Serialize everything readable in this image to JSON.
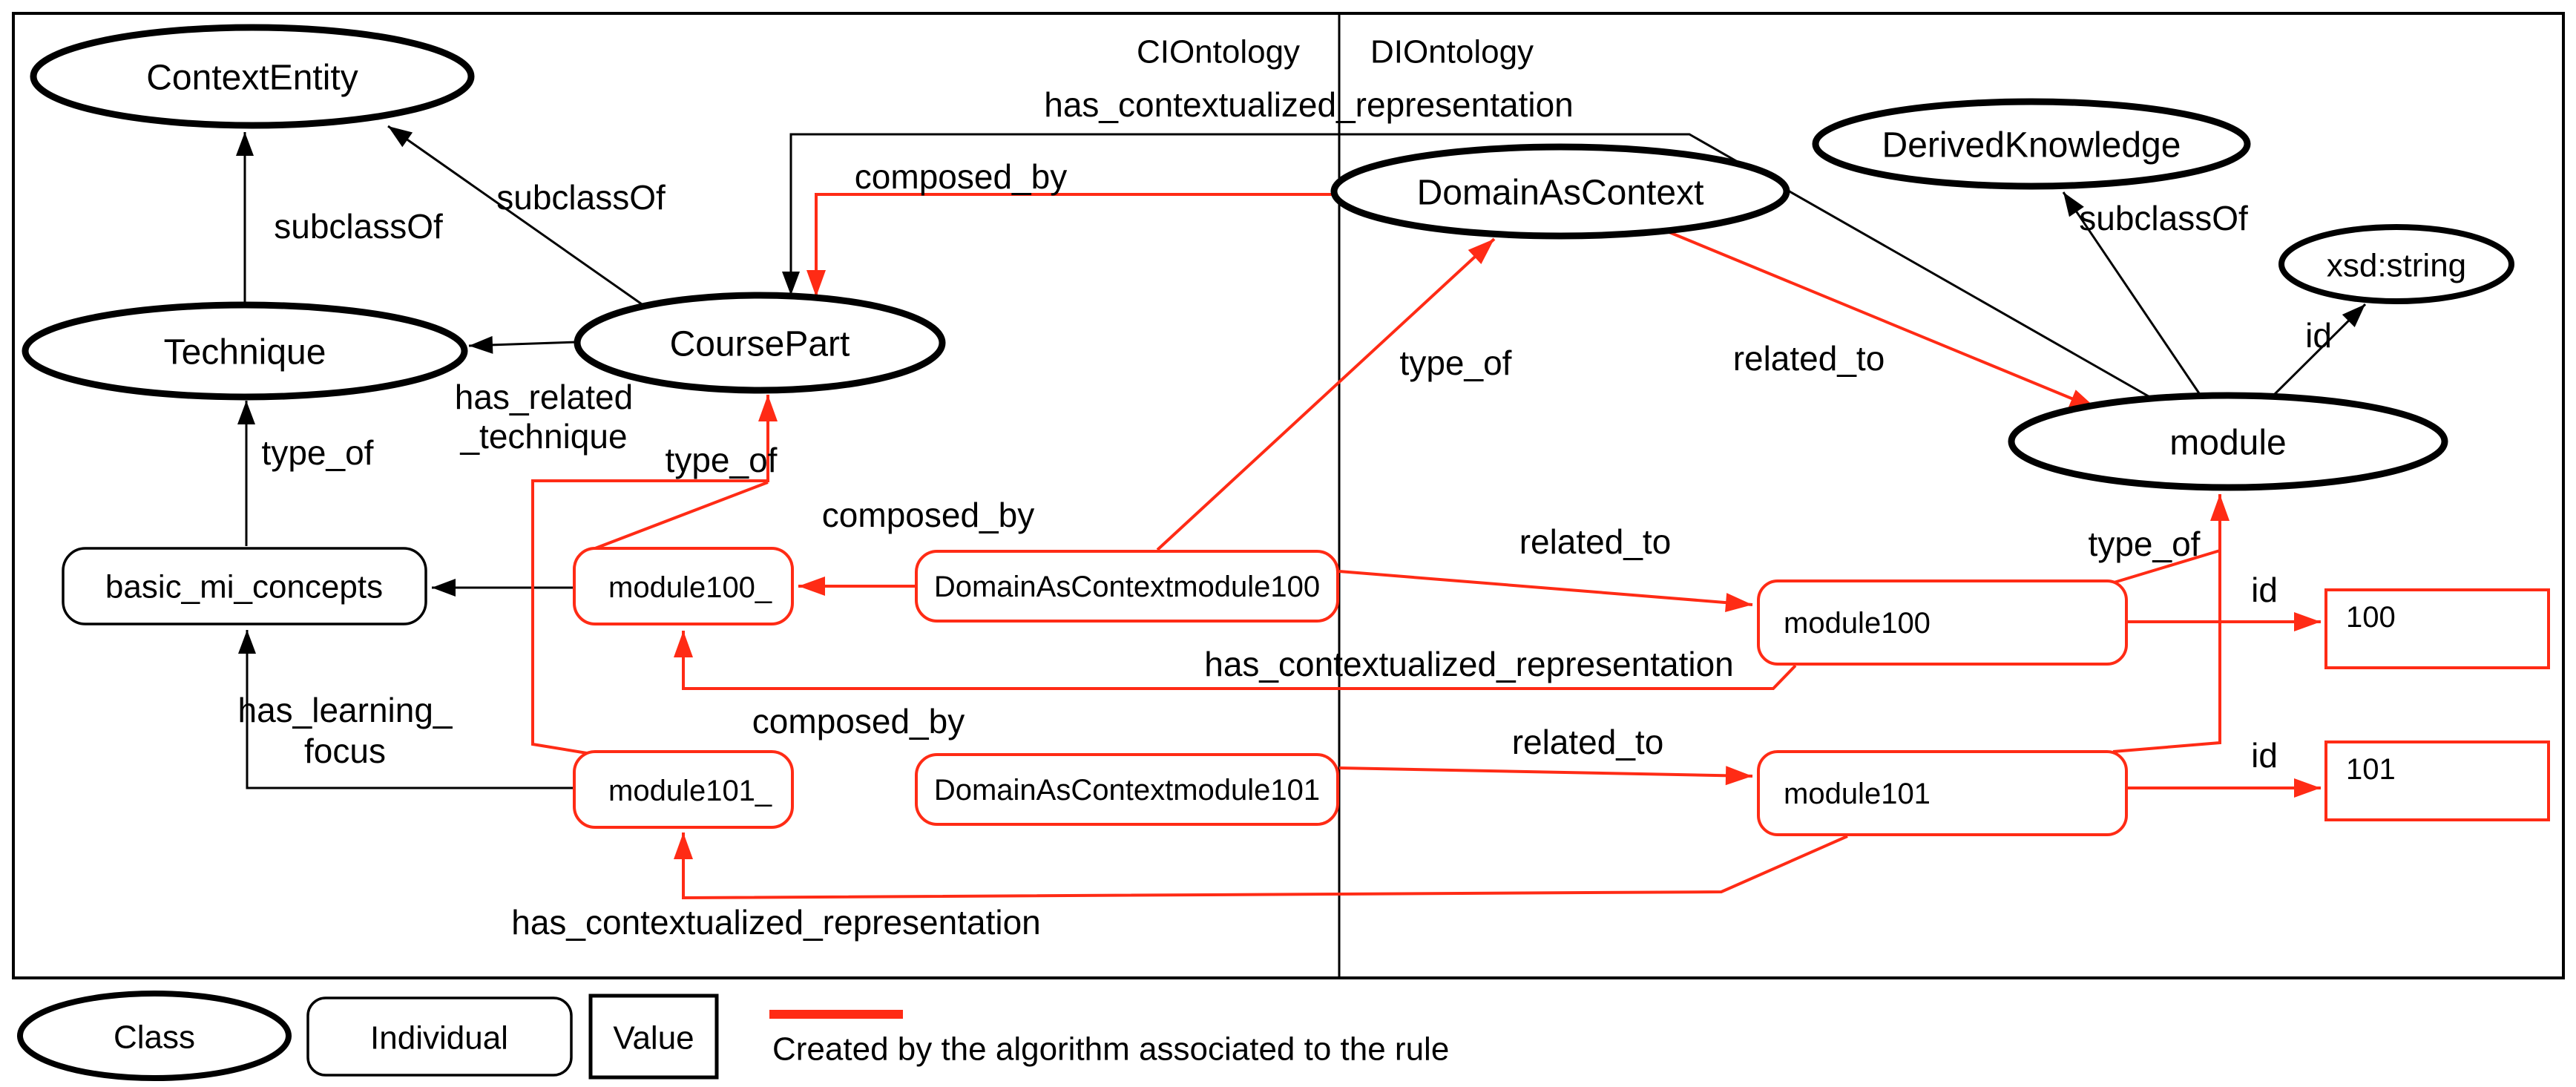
{
  "regions": {
    "ci": "CIOntology",
    "di": "DIOntology"
  },
  "classes": {
    "context_entity": "ContextEntity",
    "technique": "Technique",
    "course_part": "CoursePart",
    "domain_as_context": "DomainAsContext",
    "derived_knowledge": "DerivedKnowledge",
    "xsd_string": "xsd:string",
    "module": "module"
  },
  "individuals": {
    "basic_mi_concepts": "basic_mi_concepts",
    "module100_": "module100_",
    "dac_module100": "DomainAsContextmodule100",
    "module100": "module100",
    "module101_": "module101_",
    "dac_module101": "DomainAsContextmodule101",
    "module101": "module101"
  },
  "values": {
    "v100": "100",
    "v101": "101"
  },
  "edge_labels": {
    "subclass_of_1": "subclassOf",
    "subclass_of_2": "subclassOf",
    "subclass_of_3": "subclassOf",
    "hcr_top": "has_contextualized_representation",
    "hcr_mid": "has_contextualized_representation",
    "hcr_bottom": "has_contextualized_representation",
    "composed_by_top": "composed_by",
    "composed_by_mid": "composed_by",
    "composed_by_bottom": "composed_by",
    "has_related_line1": "has_related",
    "has_related_line2": "_technique",
    "has_learning_line1": "has_learning_",
    "has_learning_line2": "focus",
    "type_of_technique": "type_of",
    "type_of_course_part": "type_of",
    "type_of_dac": "type_of",
    "type_of_module": "type_of",
    "related_to_top": "related_to",
    "related_to_mid": "related_to",
    "related_to_bottom": "related_to",
    "id_xsd": "id",
    "id_100": "id",
    "id_101": "id"
  },
  "legend": {
    "class_label": "Class",
    "individual_label": "Individual",
    "value_label": "Value",
    "caption": "Created by the algorithm associated to the rule"
  },
  "colors": {
    "algorithm_red": "#ff2b15",
    "line_black": "#000000"
  }
}
